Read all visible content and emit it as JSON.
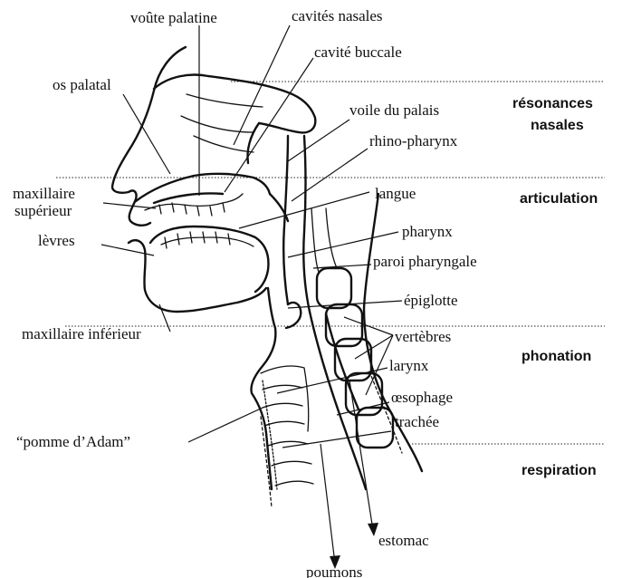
{
  "labels": {
    "voute_palatine": "voûte palatine",
    "cavites_nasales": "cavités nasales",
    "cavite_buccale": "cavité buccale",
    "os_palatal": "os palatal",
    "voile_du_palais": "voile du palais",
    "rhino_pharynx": "rhino-pharynx",
    "maxillaire_superieur_1": "maxillaire",
    "maxillaire_superieur_2": "supérieur",
    "langue": "langue",
    "levres": "lèvres",
    "pharynx": "pharynx",
    "paroi_pharyngale": "paroi pharyngale",
    "epiglotte": "épiglotte",
    "maxillaire_inferieur": "maxillaire inférieur",
    "vertebres": "vertèbres",
    "larynx": "larynx",
    "oesophage": "œsophage",
    "pomme_adam": "“pomme d’Adam”",
    "trachee": "trachée",
    "estomac": "estomac",
    "poumons": "poumons"
  },
  "zones": {
    "resonances_1": "résonances",
    "resonances_2": "nasales",
    "articulation": "articulation",
    "phonation": "phonation",
    "respiration": "respiration"
  }
}
